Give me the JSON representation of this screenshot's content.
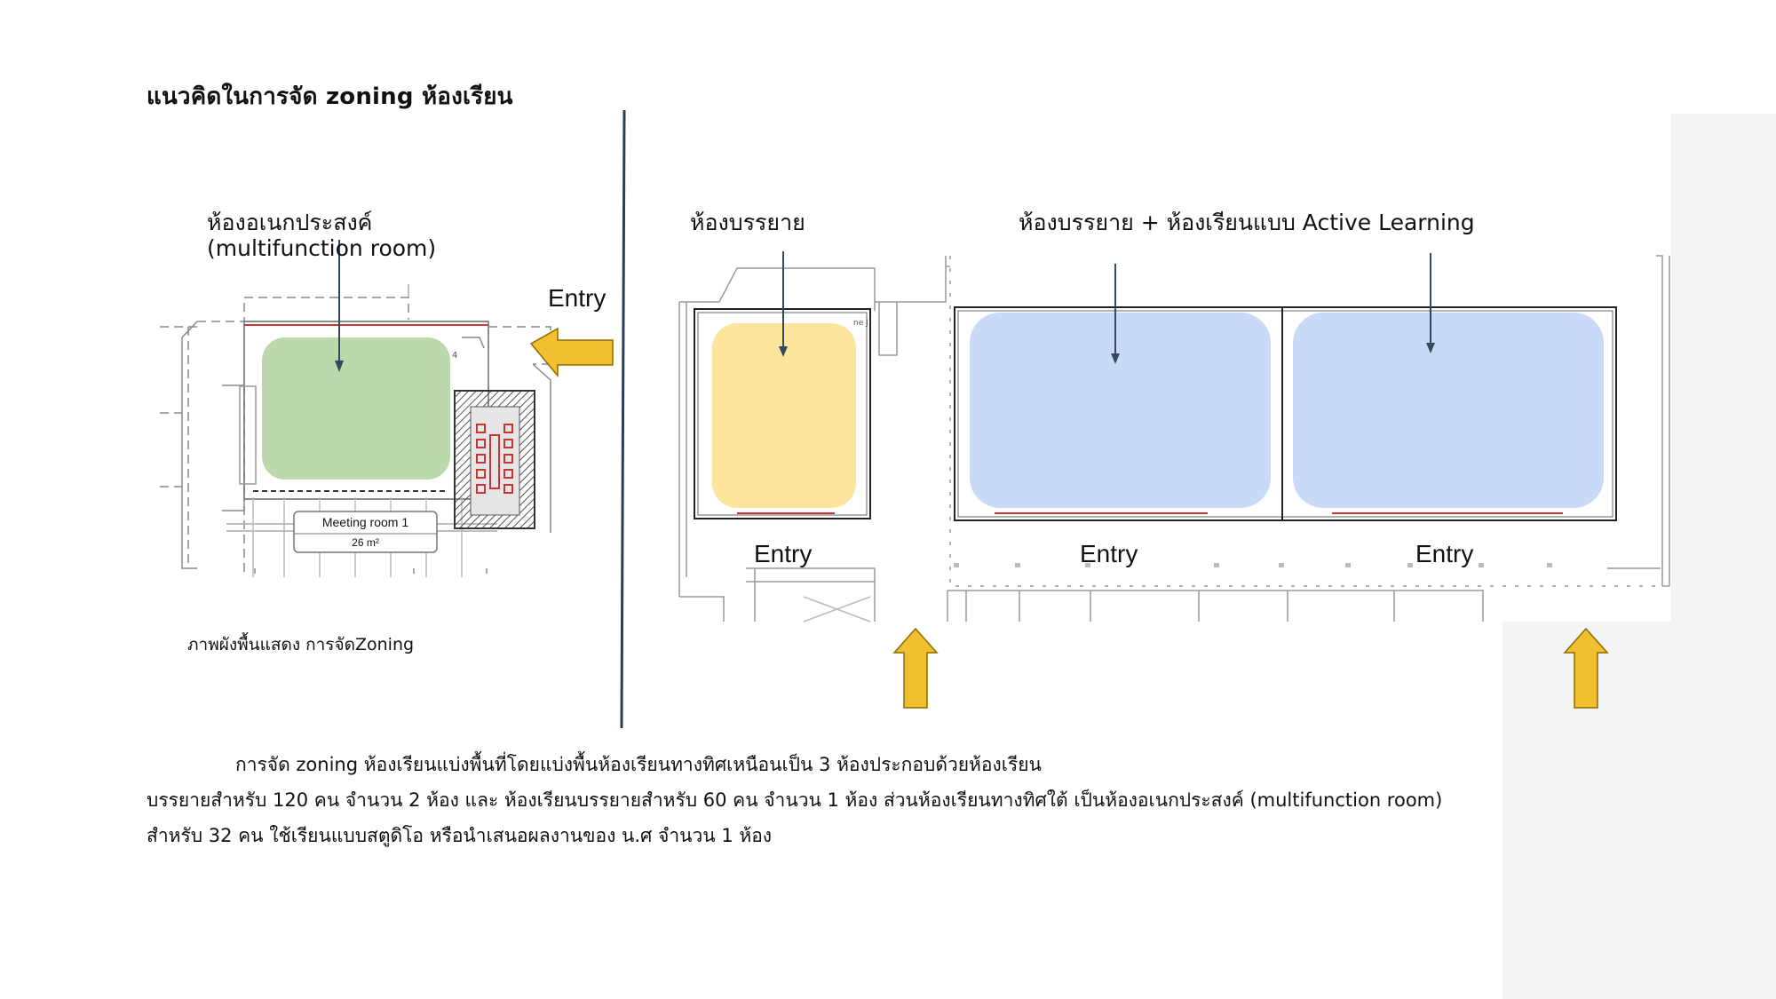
{
  "title": "แนวคิดในการจัด zoning ห้องเรียน",
  "left_plan": {
    "room_label_line1": "ห้องอเนกประสงค์",
    "room_label_line2": "(multifunction room)",
    "entry_label": "Entry",
    "meeting_room_name": "Meeting room 1",
    "meeting_room_area": "26 m²",
    "plan_tag": "4",
    "caption": "ภาพผังพื้นแสดง การจัดZoning"
  },
  "right_plan": {
    "lecture_room_label": "ห้องบรรยาย",
    "combined_room_label": "ห้องบรรยาย + ห้องเรียนแบบ Active Learning",
    "entry_labels": [
      "Entry",
      "Entry",
      "Entry"
    ],
    "plan_tag": "ne J"
  },
  "description": {
    "line1": "การจัด zoning ห้องเรียนแบ่งพื้นที่โดยแบ่งพื้นห้องเรียนทางทิศเหนือนเป็น 3 ห้องประกอบด้วยห้องเรียน",
    "line2": "บรรยายสำหรับ 120 คน จำนวน 2 ห้อง และ ห้องเรียนบรรยายสำหรับ 60 คน จำนวน 1 ห้อง ส่วนห้องเรียนทางทิศใต้ เป็นห้องอเนกประสงค์ (multifunction room)",
    "line3": "สำหรับ 32 คน ใช้เรียนแบบสตูดิโอ หรือนำเสนอผลงานของ น.ศ จำนวน 1 ห้อง"
  },
  "colors": {
    "green_zone": "#b7d7a8",
    "yellow_zone": "#fde69b",
    "blue_zone": "#c9daf8",
    "arrow": "#f0c030",
    "pointer": "#34495e"
  }
}
